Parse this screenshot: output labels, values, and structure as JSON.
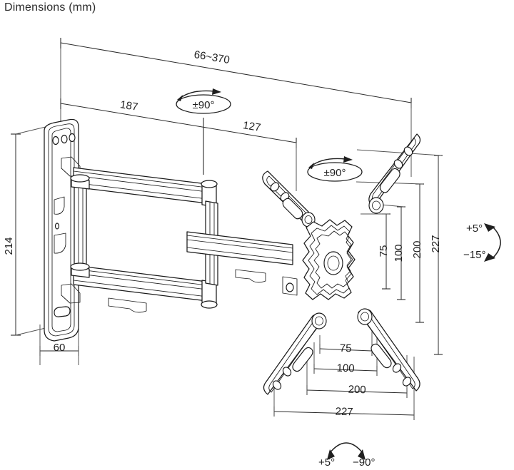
{
  "page": {
    "title": "Dimensions (mm)",
    "background": "#ffffff",
    "line_color": "#1a1a1a",
    "text_color": "#1f1f1f"
  },
  "drawing": {
    "subject": "articulating-tv-wall-mount-dimension-drawing",
    "units": "mm"
  },
  "dimensions": {
    "extension_range": "66~370",
    "arm_first_segment": "187",
    "arm_second_segment": "127",
    "plate_height": "214",
    "plate_depth": "60",
    "vesa_vertical_75": "75",
    "vesa_vertical_100": "100",
    "vesa_vertical_200": "200",
    "vesa_vertical_227": "227",
    "vesa_horizontal_75": "75",
    "vesa_horizontal_100": "100",
    "vesa_horizontal_200": "200",
    "vesa_horizontal_227": "227"
  },
  "angles": {
    "swivel_top": "±90°",
    "swivel_mid": "±90°",
    "tilt_up": "+5°",
    "tilt_down": "−15°",
    "rotate_up": "+5°",
    "rotate_down": "−90°"
  },
  "icons": {
    "swivel_badge": "rotation-ellipse-arrow-icon",
    "tilt_arc": "tilt-double-arrow-arc-icon",
    "rotate_arc": "rotate-double-arrow-arc-icon"
  }
}
